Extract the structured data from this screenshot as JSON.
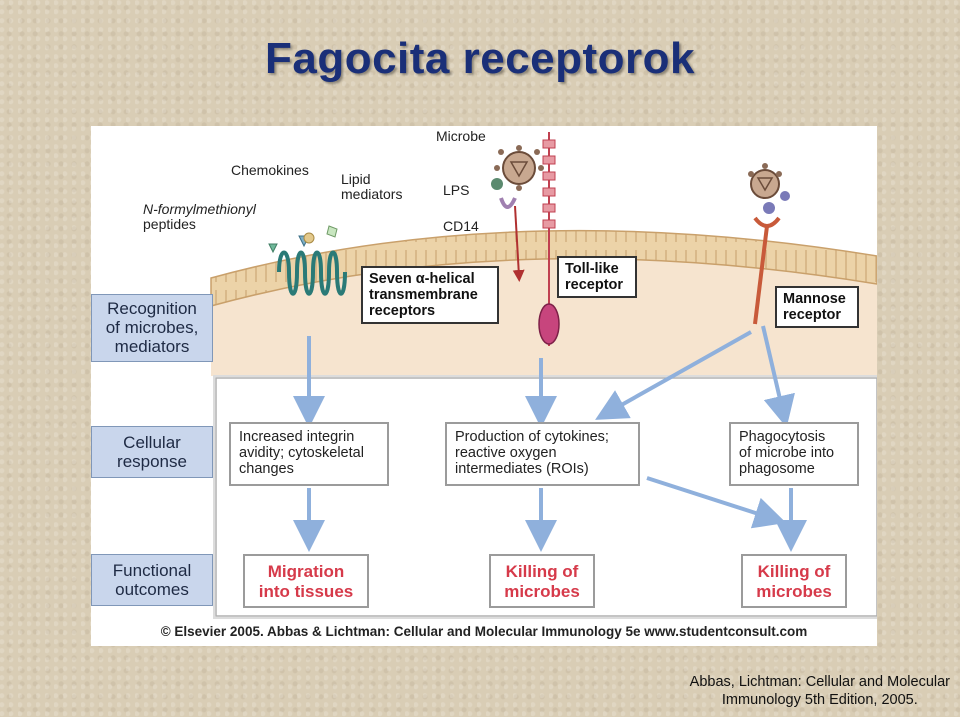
{
  "title": "Fagocita receptorok",
  "figure": {
    "stages": {
      "recognition": [
        "Recognition",
        "of microbes,",
        "mediators"
      ],
      "response": [
        "Cellular",
        "response"
      ],
      "outcomes": [
        "Functional",
        "outcomes"
      ]
    },
    "ligand_labels": {
      "nformyl": [
        "N-formylmethionyl",
        "peptides"
      ],
      "chemokines": "Chemokines",
      "lipid": [
        "Lipid",
        "mediators"
      ],
      "microbe": "Microbe",
      "lps": "LPS",
      "cd14": "CD14"
    },
    "receptors": {
      "seven_helical": [
        "Seven α-helical",
        "transmembrane",
        "receptors"
      ],
      "toll_like": [
        "Toll-like",
        "receptor"
      ],
      "mannose": [
        "Mannose",
        "receptor"
      ]
    },
    "responses": {
      "integrin": [
        "Increased integrin",
        "avidity; cytoskeletal",
        "changes"
      ],
      "cytokines": [
        "Production of cytokines;",
        "reactive oxygen",
        "intermediates (ROIs)"
      ],
      "phagocytosis": [
        "Phagocytosis",
        "of microbe into",
        "phagosome"
      ]
    },
    "outcomes": {
      "migration": [
        "Migration",
        "into tissues"
      ],
      "killing_1": [
        "Killing of",
        "microbes"
      ],
      "killing_2": [
        "Killing of",
        "microbes"
      ]
    },
    "copyright": "© Elsevier 2005. Abbas & Lichtman: Cellular and Molecular Immunology 5e www.studentconsult.com"
  },
  "citation": [
    "Abbas, Lichtman: Cellular and Molecular",
    "Immunology 5th Edition, 2005."
  ],
  "colors": {
    "title": "#1a2f78",
    "stage_fill": "#c9d6ec",
    "outcome_text": "#d63a4a",
    "arrow": "#8fb0dc",
    "cell_interior": "#f6e4cf",
    "membrane": "#e9cfa3",
    "helix": "#2a7a77"
  }
}
